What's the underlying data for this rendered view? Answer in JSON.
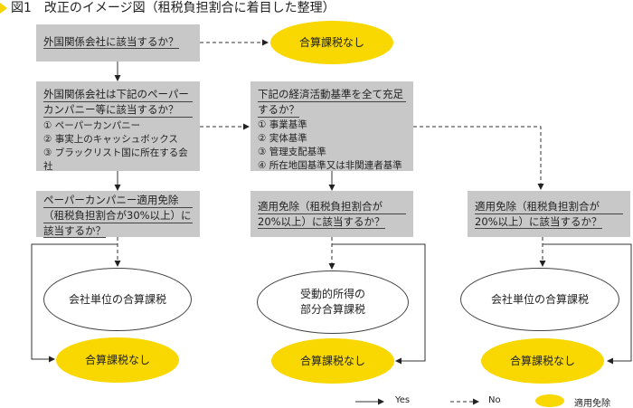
{
  "title": "図1　改正のイメージ図（租税負担割合に着目した整理）",
  "q1": "外国関係会社に該当するか？",
  "q2": {
    "text1": "外国関係会社は下記のペーパー",
    "text2": "カンパニー等に該当するか？",
    "items": [
      "① ペーパーカンパニー",
      "② 事実上のキャッシュボックス",
      "③ ブラックリスト国に所在する会社"
    ]
  },
  "q3": {
    "text1": "下記の経済活動基準を全て充足",
    "text2": "するか？",
    "items": [
      "① 事業基準",
      "② 実体基準",
      "③ 管理支配基準",
      "④ 所在地国基準又は非関連者基準"
    ]
  },
  "q4": {
    "text1": "ペーパーカンパニー適用免除",
    "text2": "（租税負担割合が30%以上）に",
    "text3": "該当するか？"
  },
  "q5": {
    "text1": "適用免除（租税負担割合が",
    "text2": "20%以上）に該当するか？"
  },
  "q6": {
    "text1": "適用免除（租税負担割合が",
    "text2": "20%以上）に該当するか？"
  },
  "no_tax": "合算課税なし",
  "left_result": "会社単位の合算課税",
  "mid_result1": "受動的所得の",
  "mid_result2": "部分合算課税",
  "right_result": "会社単位の合算課税",
  "legend": {
    "yes": "Yes",
    "no": "No",
    "exempt": "適用免除"
  },
  "colors": {
    "yellow": "#f8d800",
    "box": "#c8c8c8"
  }
}
